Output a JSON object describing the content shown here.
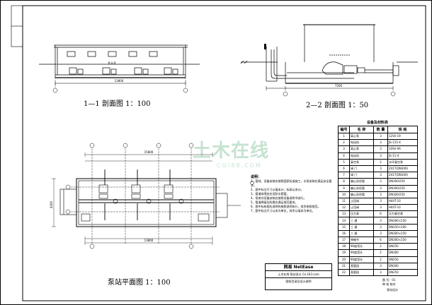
{
  "section_1": {
    "title": "1—1 剖面图  1：100"
  },
  "section_2": {
    "title": "2—2 剖面图  1：50"
  },
  "plan": {
    "title": "泵站平面图  1：100"
  },
  "watermark": {
    "text": "土木在线",
    "sub": "COI88.COM"
  },
  "notes": {
    "heading": "说明：",
    "items": [
      "1、管线、设备安装应按照国家标准施工，水泵安装应满足安全要求。",
      "2、图中标注尺寸以毫米计，标高以米计。",
      "3、管道穿墙处应设防水套管。",
      "4、泵房内设备安装应按照设备说明书进行。",
      "5、管道焊接及防腐应满足规范要求。",
      "6、图中标有相应说明的按照说明执行，其余参照规范。",
      "7、图中标注尺寸以米为单位，其余以毫米为单位。"
    ]
  },
  "stamp": {
    "brand": "网易 NetEase",
    "line2": "土木在线·泵站设计    Co.163.com",
    "line3": "图纸目录及设计说明"
  },
  "signature": {
    "l1": "图 号：01",
    "l2": "审 核 校对",
    "l3": "泵站设计"
  },
  "equipment_table": {
    "caption": "设备及材料表",
    "headers": [
      "编号",
      "名 称",
      "数 量",
      "规 格"
    ],
    "rows": [
      [
        "1",
        "离心泵",
        "3",
        "12Sh-19"
      ],
      [
        "2",
        "电动机",
        "3",
        "JS-115-4"
      ],
      [
        "3",
        "离心泵",
        "3",
        "10Sh-9A"
      ],
      [
        "4",
        "电动机",
        "3",
        "JS-11-4"
      ],
      [
        "5",
        "真空泵",
        "2",
        "水环真空泵"
      ],
      [
        "6",
        "阀 门",
        "3",
        "Z41T(DN300)"
      ],
      [
        "7",
        "阀 门",
        "3",
        "Z41T(DN300)"
      ],
      [
        "8",
        "偏心异径管",
        "3",
        "DN300/250"
      ],
      [
        "9",
        "偏心异径管",
        "3",
        "DN300/250"
      ],
      [
        "10",
        "偏心异径管",
        "3",
        "DN300/250"
      ],
      [
        "11",
        "止回阀",
        "3",
        "H44T-10"
      ],
      [
        "12",
        "止回阀",
        "3",
        "H44T-10"
      ],
      [
        "13",
        "压力表",
        "6",
        "压力真空表"
      ],
      [
        "14",
        "三 通",
        "3",
        "DN300×250"
      ],
      [
        "15",
        "三 通",
        "3",
        "DN250×200"
      ],
      [
        "16",
        "三 通",
        "3",
        "DN300×250"
      ],
      [
        "17",
        "伸缩节",
        "6",
        "DN300×250"
      ],
      [
        "18",
        "90度弯头",
        "2",
        "DN250"
      ],
      [
        "19",
        "90度弯头",
        "2",
        "DN300"
      ],
      [
        "20",
        "90度弯头",
        "2",
        "DN250"
      ],
      [
        "21",
        "直管段",
        "3",
        "DN300"
      ],
      [
        "22",
        "直管段",
        "3",
        "DN250"
      ]
    ]
  },
  "dims": {
    "s1_total": "13800",
    "s2_total": "7200",
    "plan_top": "15800",
    "plan_bottom": "13800",
    "plan_left": "4200"
  }
}
